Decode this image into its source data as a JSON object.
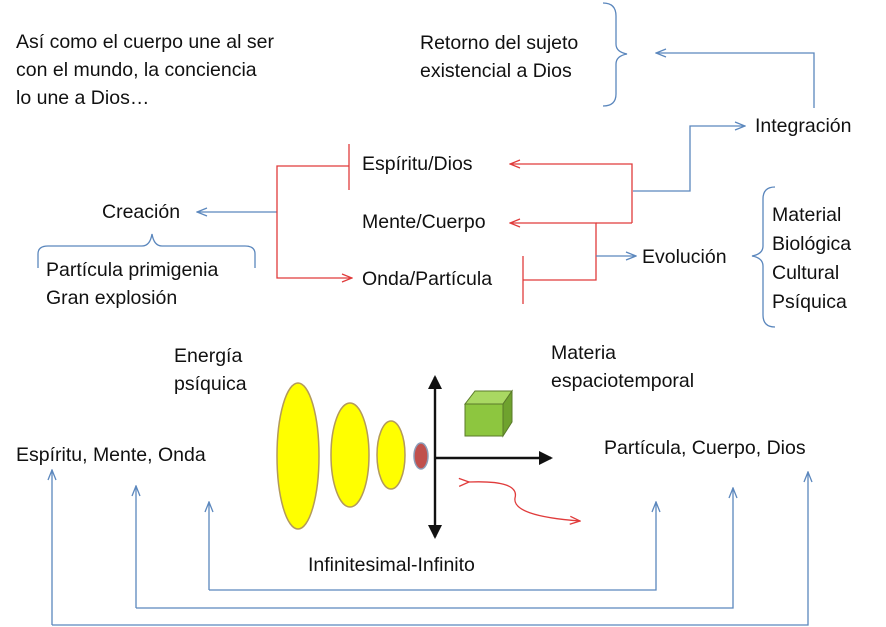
{
  "intro": [
    "Así como el cuerpo une al ser",
    "con el mundo, la conciencia",
    "lo une a Dios…"
  ],
  "retorno": [
    "Retorno del sujeto",
    "existencial a Dios"
  ],
  "integracion": "Integración",
  "creacion": "Creación",
  "creacion_items": [
    "Partícula primigenia",
    "Gran explosión"
  ],
  "center_nodes": {
    "espiritu": "Espíritu/Dios",
    "mente": "Mente/Cuerpo",
    "onda": "Onda/Partícula"
  },
  "evolucion": "Evolución",
  "evolucion_items": [
    "Material",
    "Biológica",
    "Cultural",
    "Psíquica"
  ],
  "energia": [
    "Energía",
    "psíquica"
  ],
  "materia": [
    "Materia",
    "espaciotemporal"
  ],
  "left_series": "Espíritu, Mente, Onda",
  "right_series": "Partícula, Cuerpo, Dios",
  "bottom_label": "Infinitesimal-Infinito",
  "colors": {
    "red": "#e03b3b",
    "blue": "#5b87bd",
    "yellow": "#ffff00",
    "ellipse_stroke": "#b39a5b",
    "dot": "#c0504d",
    "cube": "#8dc63f",
    "axis": "#111111"
  }
}
